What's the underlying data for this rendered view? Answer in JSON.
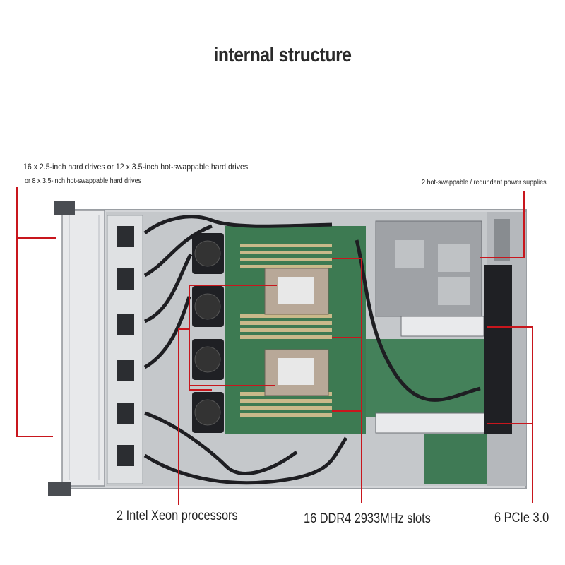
{
  "title": "internal structure",
  "labels": {
    "drives_line1": "16 x 2.5-inch hard drives or 12 x 3.5-inch hot-swappable hard drives",
    "drives_line2": "or 8 x 3.5-inch hot-swappable hard drives",
    "power": "2 hot-swappable / redundant power supplies",
    "processors": "2 Intel Xeon processors",
    "dimm": "16 DDR4 2933MHz slots",
    "pcie": "6 PCIe 3.0"
  },
  "colors": {
    "callout": "#c8161d",
    "chassis": "#c9cccf",
    "board": "#3d7a52",
    "cable": "#1e1e22"
  }
}
